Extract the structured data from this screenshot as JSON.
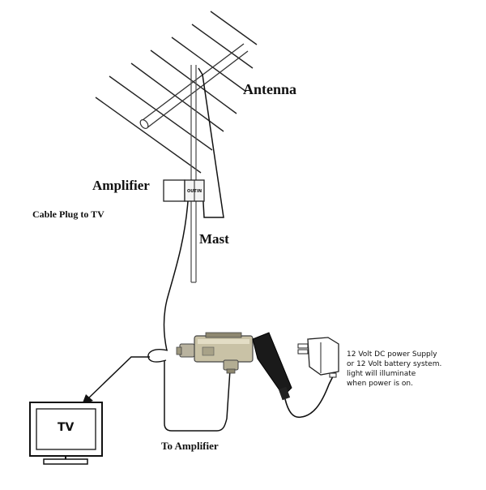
{
  "labels": {
    "antenna": "Antenna",
    "amplifier": "Amplifier",
    "cable_plug": "Cable Plug to TV",
    "mast": "Mast",
    "to_amplifier": "To Amplifier",
    "tv": "TV",
    "amp_out": "OUT",
    "amp_in": "IN"
  },
  "power_note": [
    "12 Volt DC power Supply",
    "or 12 Volt battery system.",
    "light will illuminate",
    "when power is on."
  ]
}
